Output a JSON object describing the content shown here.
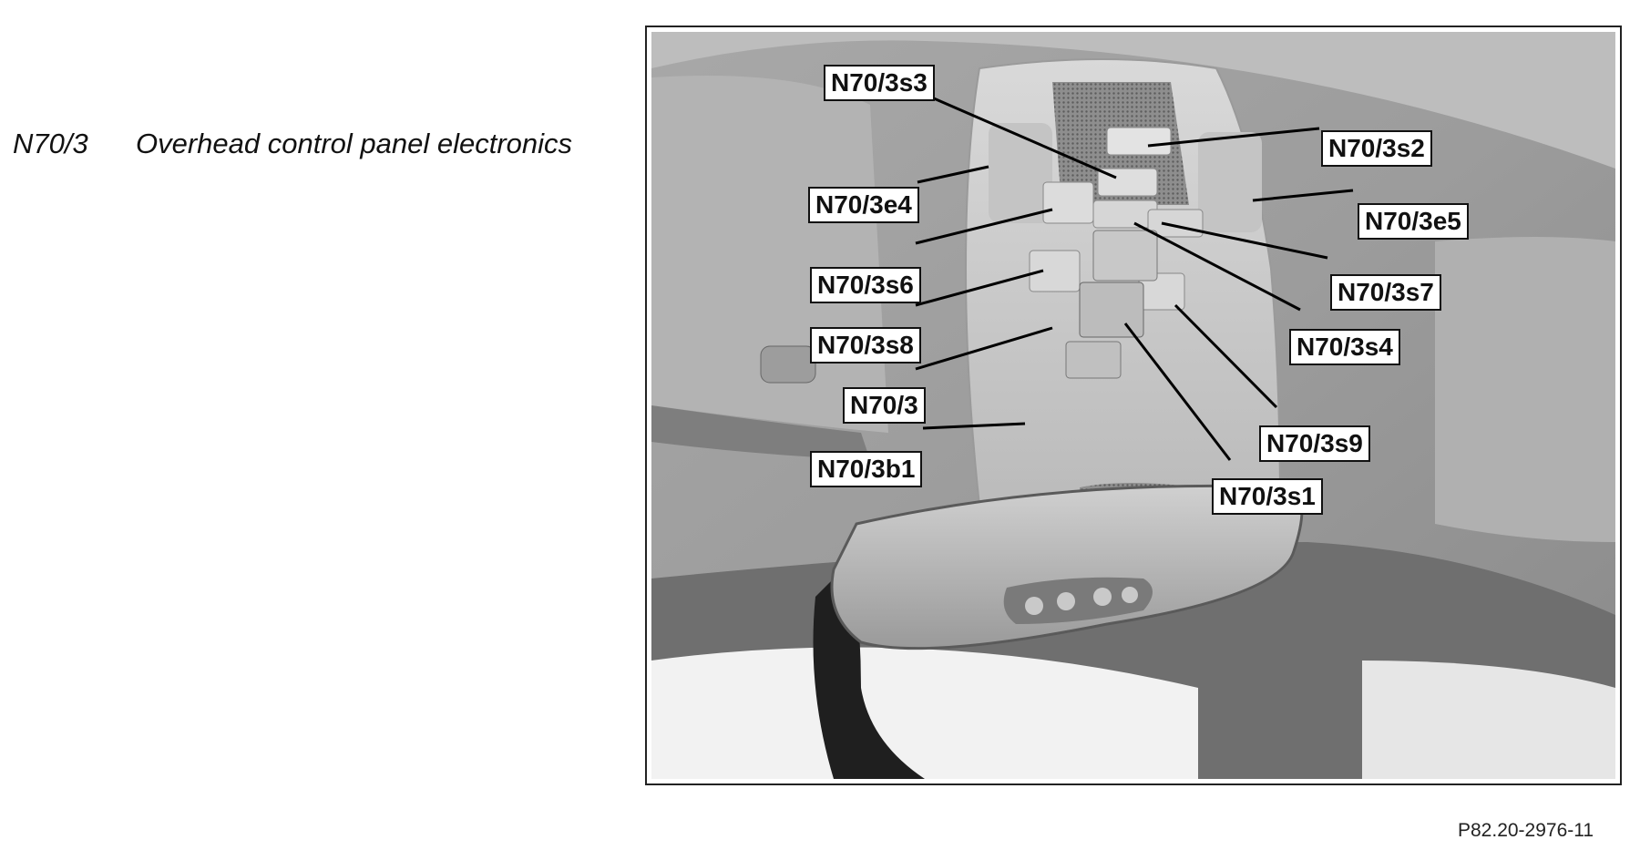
{
  "caption": {
    "code": "N70/3",
    "description": "Overhead control panel electronics"
  },
  "figure": {
    "callouts": [
      {
        "id": "s3",
        "label": "N70/3s3"
      },
      {
        "id": "s2",
        "label": "N70/3s2"
      },
      {
        "id": "e4",
        "label": "N70/3e4"
      },
      {
        "id": "e5",
        "label": "N70/3e5"
      },
      {
        "id": "s6",
        "label": "N70/3s6"
      },
      {
        "id": "s7",
        "label": "N70/3s7"
      },
      {
        "id": "s8",
        "label": "N70/3s8"
      },
      {
        "id": "s4",
        "label": "N70/3s4"
      },
      {
        "id": "n3",
        "label": "N70/3"
      },
      {
        "id": "s9",
        "label": "N70/3s9"
      },
      {
        "id": "b1",
        "label": "N70/3b1"
      },
      {
        "id": "s1",
        "label": "N70/3s1"
      }
    ]
  },
  "reference": "P82.20-2976-11"
}
